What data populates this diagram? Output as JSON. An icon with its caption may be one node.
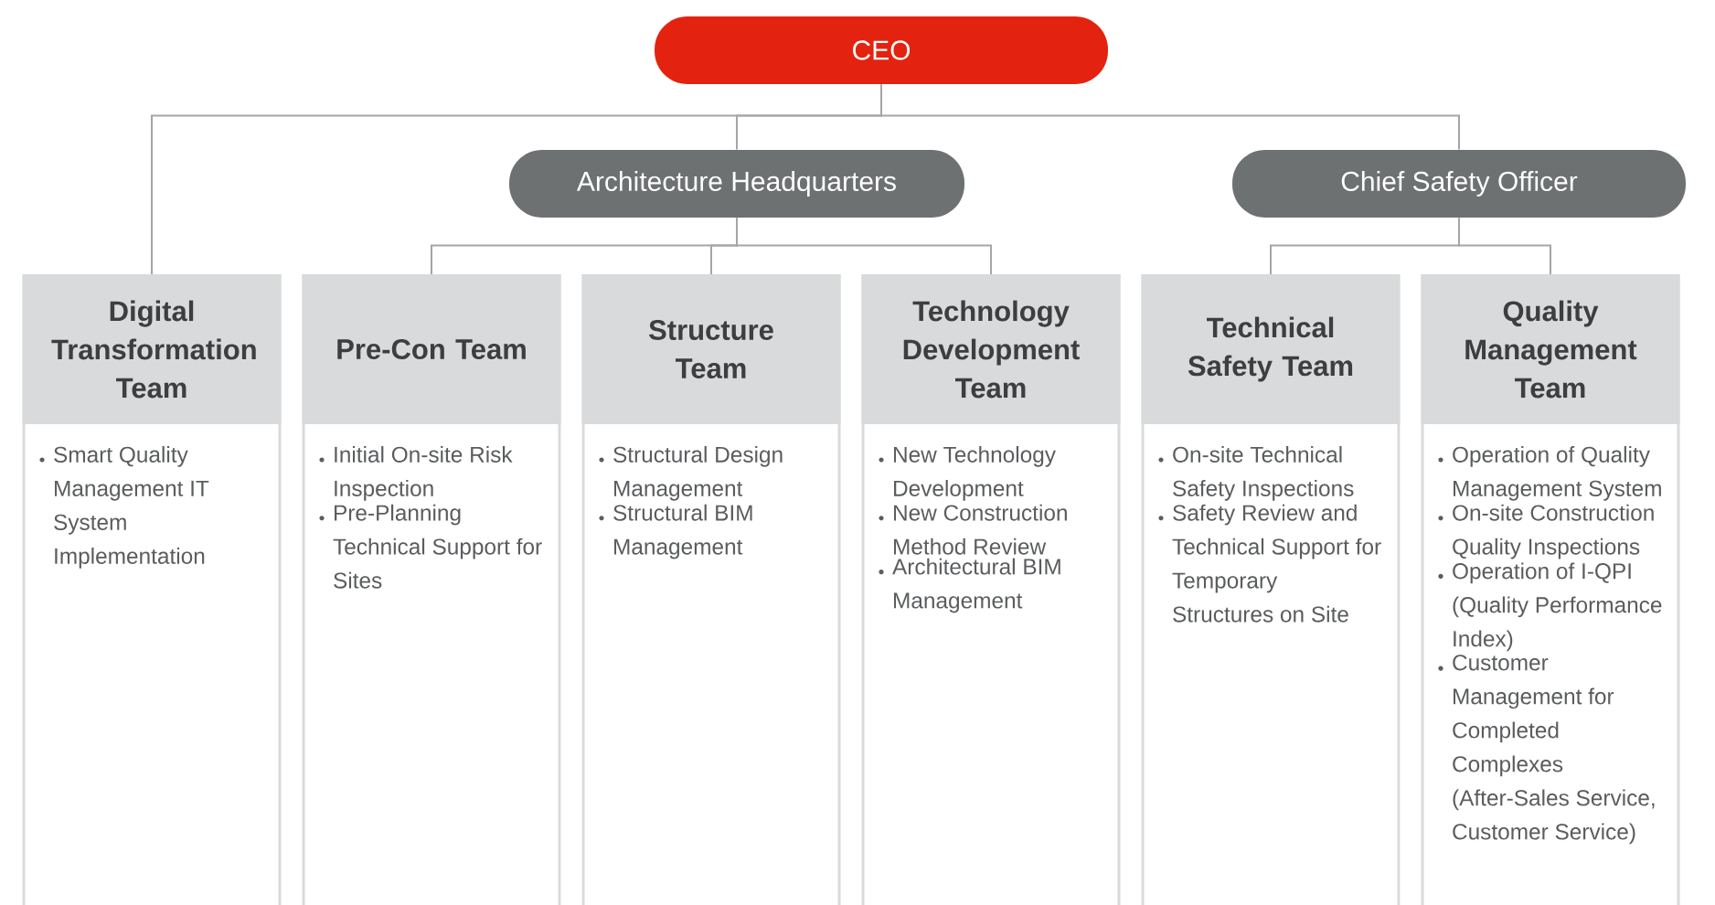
{
  "diagram": {
    "nodes": [
      {
        "text": [
          "CEO"
        ]
      },
      {
        "text": [
          "Architecture Headquarters"
        ]
      },
      {
        "text": [
          "Chief Safety Officer"
        ]
      },
      {
        "text": [
          "Digital Transformation Team",
          "Smart Quality Management IT System Implementation"
        ]
      },
      {
        "text": [
          "Pre-Con Team",
          "Initial On-site Risk Inspection",
          "Pre-Planning Technical Support for Sites"
        ]
      },
      {
        "text": [
          "Structure Team",
          "Structural Design Management",
          "Structural BIM Management"
        ]
      },
      {
        "text": [
          "Technology Development Team",
          "New Technology Development",
          "New Construction Method Review",
          "Architectural BIM Management"
        ]
      },
      {
        "text": [
          "Technical Safety Team",
          "On-site Technical Safety Inspections",
          "Safety Review and Technical Support for Temporary Structures on Site"
        ]
      },
      {
        "text": [
          "Quality Management Team",
          "Operation of Quality Management System",
          "On-site Construction Quality Inspections",
          "Operation of I-QPI (Quality Performance Index)",
          "Customer Management for Completed Complexes (After-Sales Service, Customer Service)"
        ]
      }
    ],
    "edges": [
      {
        "from": 0,
        "to": 3,
        "arrow": "none"
      },
      {
        "from": 0,
        "to": 1,
        "arrow": "none"
      },
      {
        "from": 0,
        "to": 2,
        "arrow": "none"
      },
      {
        "from": 1,
        "to": 4,
        "arrow": "none"
      },
      {
        "from": 1,
        "to": 5,
        "arrow": "none"
      },
      {
        "from": 1,
        "to": 6,
        "arrow": "none"
      },
      {
        "from": 2,
        "to": 7,
        "arrow": "none"
      },
      {
        "from": 2,
        "to": 8,
        "arrow": "none"
      }
    ]
  }
}
